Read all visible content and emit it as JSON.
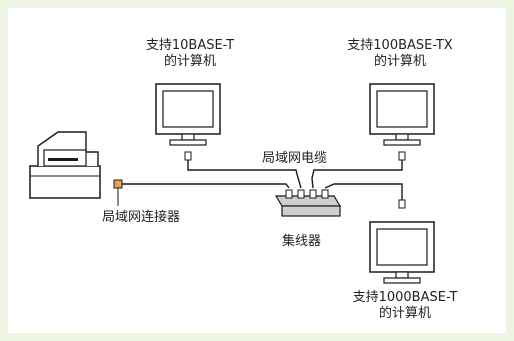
{
  "labels": {
    "pc1_line1": "支持10BASE-T",
    "pc1_line2": "的计算机",
    "pc2_line1": "支持100BASE-TX",
    "pc2_line2": "的计算机",
    "pc3_line1": "支持1000BASE-T",
    "pc3_line2": "的计算机",
    "cable": "局域网电缆",
    "connector": "局域网连接器",
    "hub": "集线器"
  },
  "colors": {
    "background_tint": "#edf4e3",
    "stroke": "#1a1a1a",
    "device_fill": "#ffffff",
    "hub_fill": "#cfcfcf",
    "connector_fill": "#e9a15a"
  },
  "icons": {
    "monitor": "monitor-icon",
    "printer": "printer-icon",
    "hub": "hub-icon",
    "plug": "plug-icon"
  }
}
